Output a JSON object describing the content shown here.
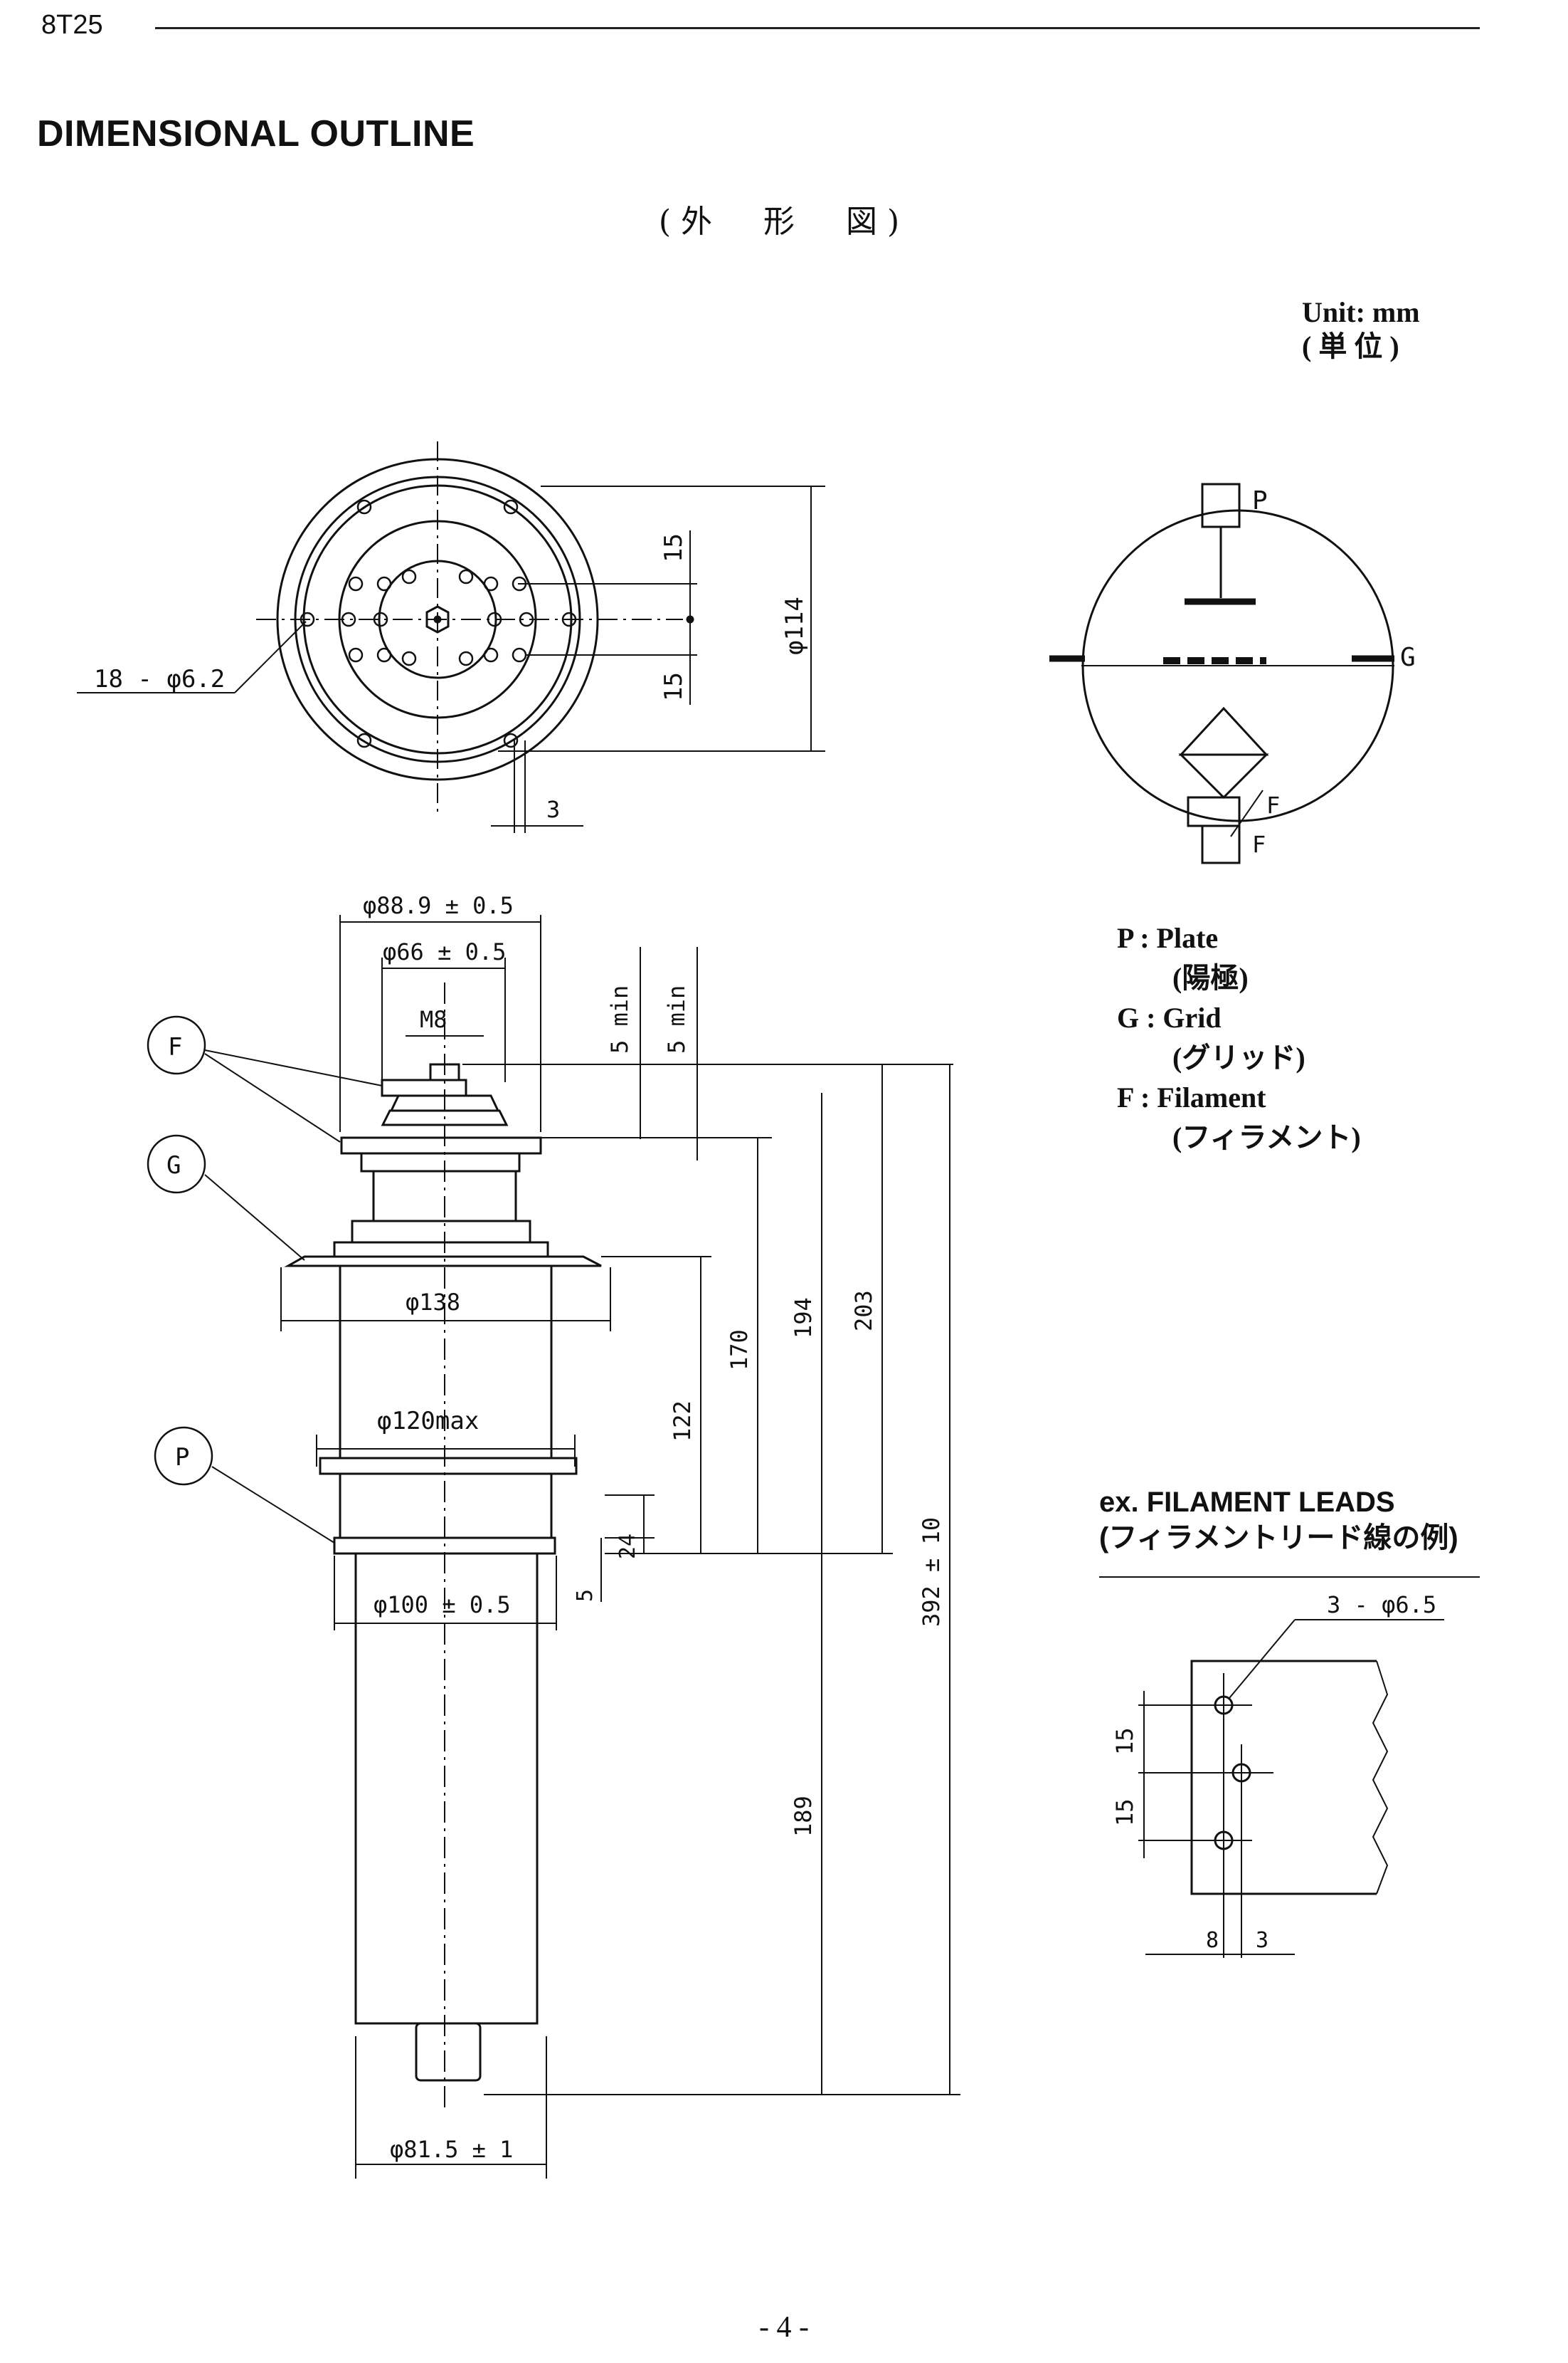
{
  "header": {
    "code": "8T25"
  },
  "title": "DIMENSIONAL OUTLINE",
  "subtitle": "(外　形　図)",
  "unit": {
    "line1": "Unit: mm",
    "line2": "( 単 位 )"
  },
  "symbol_labels": {
    "plate": "P",
    "grid": "G",
    "filament1": "F",
    "filament2": "F"
  },
  "legend": {
    "plate": "P : Plate",
    "plate_jp": "(陽極)",
    "grid": "G : Grid",
    "grid_jp": "(グリッド)",
    "filament": "F : Filament",
    "filament_jp": "(フィラメント)"
  },
  "top_view": {
    "holes": "18 - φ6.2",
    "diameter": "φ114",
    "dim_15a": "15",
    "dim_15b": "15",
    "dim_3": "3"
  },
  "side_view": {
    "d889": "φ88.9 ± 0.5",
    "d66": "φ66 ± 0.5",
    "m8": "M8",
    "min5a": "5 min",
    "min5b": "5 min",
    "d138": "φ138",
    "d120": "φ120max",
    "d100": "φ100 ± 0.5",
    "d815": "φ81.5 ± 1",
    "h122": "122",
    "h170": "170",
    "h194": "194",
    "h203": "203",
    "h189": "189",
    "h392": "392 ± 10",
    "h24": "24",
    "h5": "5",
    "callout_f": "F",
    "callout_g": "G",
    "callout_p": "P"
  },
  "filament_leads": {
    "title1": "ex. FILAMENT LEADS",
    "title2": "(フィラメントリード線の例)",
    "holes": "3 - φ6.5",
    "v15a": "15",
    "v15b": "15",
    "h8": "8",
    "h3": "3"
  },
  "page_number": "- 4 -"
}
